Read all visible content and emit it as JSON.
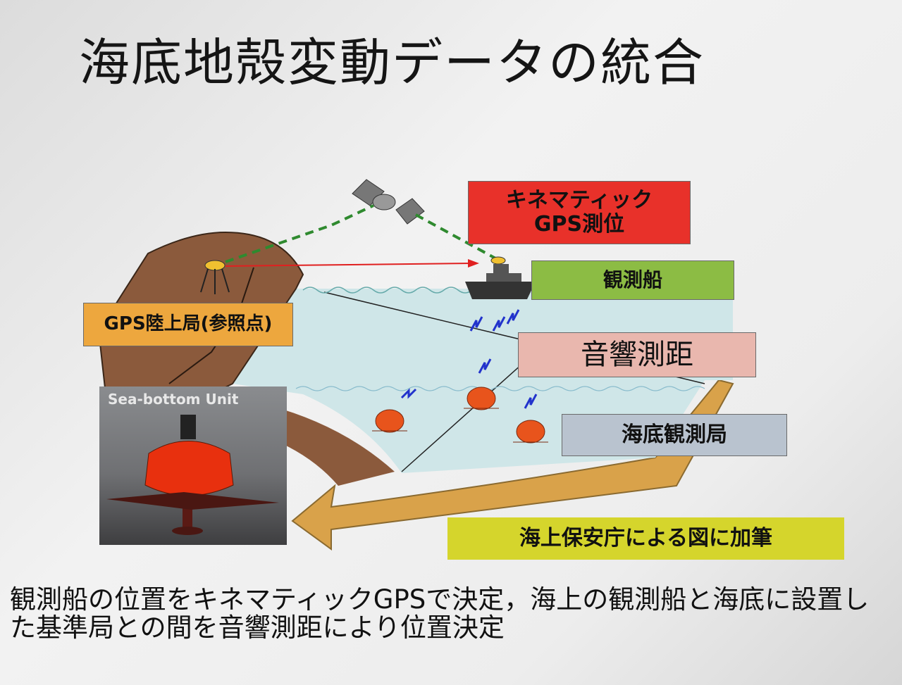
{
  "title": "海底地殻変動データの統合",
  "labels": {
    "kinematic_gps_line1": "キネマティック",
    "kinematic_gps_line2": "GPS測位",
    "survey_ship": "観測船",
    "gps_land_station": "GPS陸上局(参照点)",
    "acoustic_ranging": "音響測距",
    "seafloor_station": "海底観測局",
    "credit": "海上保安庁による図に加筆"
  },
  "photo": {
    "label": "Sea-bottom Unit"
  },
  "caption": "観測船の位置をキネマティックGPSで決定，海上の観測船と海底に設置した基準局との間を音響測距により位置決定",
  "colors": {
    "land": "#8b5a3c",
    "sea": "#cfe6e8",
    "slab_arrow": "#d9a24a",
    "unit": "#e8541c",
    "gps_link": "#2f8a2f",
    "range_line": "#e02020",
    "acoustic_signal": "#2233cc"
  }
}
